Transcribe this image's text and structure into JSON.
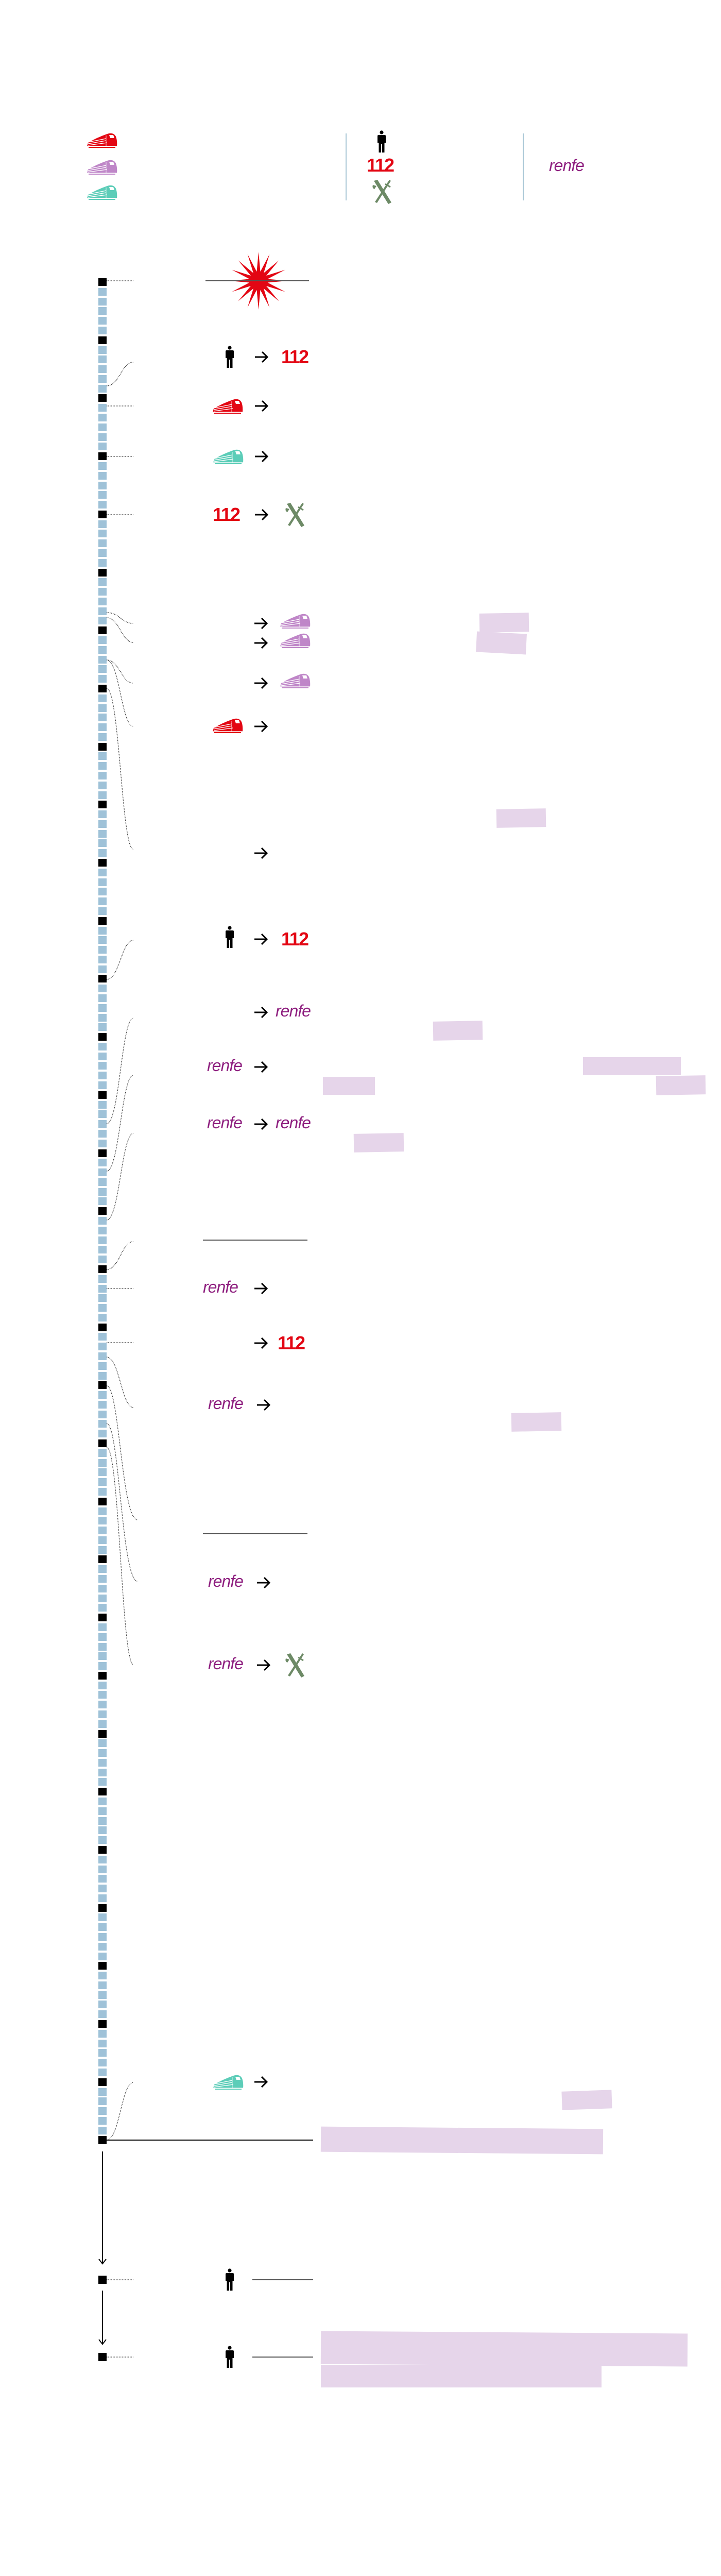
{
  "labels": {
    "emergency": "112",
    "operator": "renfe"
  },
  "colors": {
    "red_train": "#e30613",
    "purple_train": "#bf86c8",
    "teal_train": "#5ccdb8",
    "guardia_civil": "#6d8a66",
    "renfe": "#8e1f7f",
    "timeline": "#9fc2d8",
    "highlight": "#e6d5ea"
  },
  "legend": {
    "trains": [
      "red-train-icon",
      "purple-train-icon",
      "teal-train-icon"
    ],
    "actors": [
      "person-icon",
      "112",
      "guardia-civil-icon"
    ],
    "operator": "renfe"
  },
  "timeline": {
    "major_ticks": 33,
    "minor_per_major": 6,
    "events": [
      {
        "from": "explosion-icon"
      },
      {
        "from": "person-icon",
        "to": "112"
      },
      {
        "from": "red-train-icon",
        "to": ""
      },
      {
        "from": "teal-train-icon",
        "to": ""
      },
      {
        "from": "112",
        "to": "guardia-civil-icon"
      },
      {
        "from": "",
        "to": "purple-train-icon"
      },
      {
        "from": "",
        "to": "purple-train-icon"
      },
      {
        "from": "",
        "to": "purple-train-icon"
      },
      {
        "from": "red-train-icon",
        "to": ""
      },
      {
        "from": "",
        "to": ""
      },
      {
        "from": "person-icon",
        "to": "112"
      },
      {
        "from": "",
        "to": "renfe"
      },
      {
        "from": "renfe",
        "to": ""
      },
      {
        "from": "renfe",
        "to": "renfe"
      },
      {
        "from": "renfe",
        "to": ""
      },
      {
        "from": "",
        "to": "112"
      },
      {
        "from": "renfe",
        "to": ""
      },
      {
        "from": "renfe",
        "to": ""
      },
      {
        "from": "renfe",
        "to": "guardia-civil-icon"
      },
      {
        "from": "teal-train-icon",
        "to": ""
      },
      {
        "from": "person-icon"
      },
      {
        "from": "person-icon"
      }
    ]
  }
}
